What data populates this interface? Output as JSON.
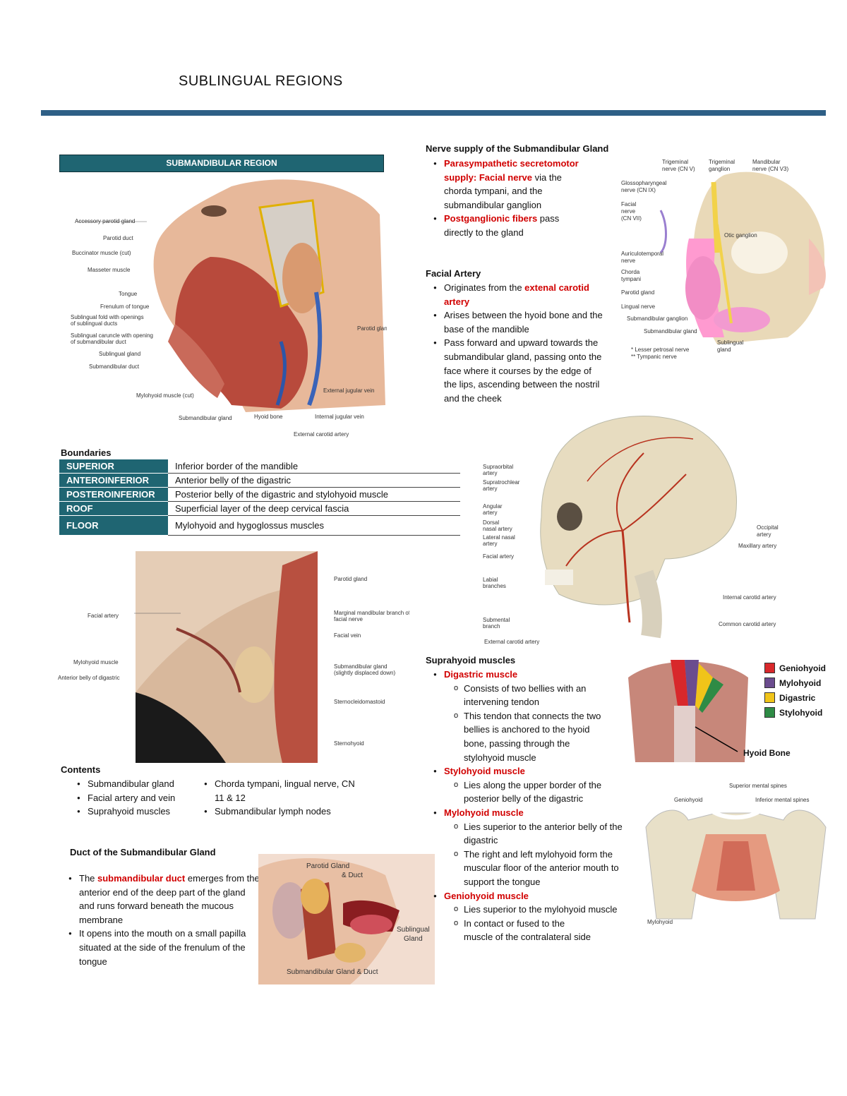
{
  "page": {
    "title": "SUBLINGUAL REGIONS"
  },
  "colors": {
    "accent_bar": "#2e5f86",
    "teal": "#1f6572",
    "red_text": "#d10000"
  },
  "section": {
    "label": "SUBMANDIBULAR REGION"
  },
  "fig1": {
    "labels": [
      "Accessory parotid gland",
      "Parotid duct",
      "Buccinator muscle (cut)",
      "Masseter muscle",
      "Tongue",
      "Frenulum of tongue",
      "Sublingual fold with openings",
      "of sublingual ducts",
      "Sublingual caruncle with opening",
      "of submandibular duct",
      "Sublingual gland",
      "Submandibular duct",
      "Mylohyoid muscle (cut)",
      "Submandibular gland",
      "Hyoid bone",
      "Internal jugular vein",
      "External jugular vein",
      "External carotid artery",
      "Parotid gland"
    ]
  },
  "boundaries": {
    "heading": "Boundaries",
    "rows": [
      {
        "key": "SUPERIOR",
        "value": "Inferior border of the mandible"
      },
      {
        "key": "ANTEROINFERIOR",
        "value": "Anterior belly of the digastric"
      },
      {
        "key": "POSTEROINFERIOR",
        "value": "Posterior belly of the digastric and stylohyoid muscle"
      },
      {
        "key": "ROOF",
        "value": "Superficial layer of the deep cervical fascia"
      },
      {
        "key": "FLOOR",
        "value": "Mylohyoid and hygoglossus muscles"
      }
    ]
  },
  "fig2": {
    "labels": [
      "Parotid gland",
      "Marginal mandibular branch of",
      "facial nerve",
      "Facial vein",
      "Submandibular gland",
      "(slightly displaced down)",
      "Sternocleidomastoid",
      "Sternohyoid",
      "Facial artery",
      "Mylohyoid muscle",
      "Anterior belly of digastric"
    ]
  },
  "contents": {
    "heading": "Contents",
    "col1": [
      "Submandibular gland",
      "Facial artery and vein",
      "Suprahyoid muscles"
    ],
    "col2": [
      "Chorda tympani, lingual nerve, CN 11 & 12",
      "Submandibular lymph nodes"
    ]
  },
  "duct": {
    "heading": "Duct of the Submandibular Gland",
    "item1_pre": "The ",
    "item1_red": "submandibular duct",
    "item1_post": " emerges from the anterior end of the deep part of the gland and runs forward beneath the mucous membrane",
    "item2": "It opens into the mouth on a small papilla situated at the side of the frenulum of the tongue",
    "fig_labels": [
      "Parotid Gland",
      "& Duct",
      "Sublingual",
      "Gland",
      "Submandibular Gland & Duct"
    ]
  },
  "nerve": {
    "heading": "Nerve supply of the Submandibular Gland",
    "item1_red": "Parasympathetic secretomotor supply: Facial nerve",
    "item1_post": " via the chorda tympani, and the submandibular ganglion",
    "item2_red": "Postganglionic fibers",
    "item2_post": " pass directly to the gland",
    "fig_labels": [
      "Trigeminal",
      "nerve (CN V)",
      "Trigeminal",
      "ganglion",
      "Mandibular",
      "nerve (CN V3)",
      "Glossopharyngeal",
      "nerve (CN IX)",
      "Facial",
      "nerve",
      "(CN VII)",
      "Otic ganglion",
      "Auriculotemporal",
      "nerve",
      "Chorda",
      "tympani",
      "Parotid gland",
      "Lingual nerve",
      "Submandibular ganglion",
      "Submandibular gland",
      "Sublingual",
      "gland",
      "* Lesser petrosal nerve",
      "** Tympanic nerve"
    ]
  },
  "facial_artery": {
    "heading": "Facial Artery",
    "item1_pre": "Originates from the ",
    "item1_red": "extenal carotid artery",
    "item2": "Arises between the hyoid bone and the base of the mandible",
    "item3": "Pass forward and upward towards the submandibular gland, passing onto the face where it courses by the edge of the lips, ascending between the nostril and the cheek",
    "fig_labels": [
      "Supraorbital",
      "artery",
      "Supratrochlear",
      "artery",
      "Angular",
      "artery",
      "Dorsal",
      "nasal artery",
      "Lateral nasal",
      "artery",
      "Facial artery",
      "Labial",
      "branches",
      "Submental",
      "branch",
      "External carotid artery",
      "Occipital",
      "artery",
      "Maxillary artery",
      "Internal carotid artery",
      "Common carotid artery"
    ]
  },
  "suprahyoid": {
    "heading": "Suprahyoid muscles",
    "muscles": [
      {
        "name": "Digastric muscle",
        "points": [
          "Consists of two bellies with an intervening tendon",
          "This tendon that connects the two bellies is anchored to the hyoid bone, passing through the stylohyoid muscle"
        ]
      },
      {
        "name": "Stylohyoid muscle",
        "points": [
          "Lies along the upper border of the posterior belly of the digastric"
        ]
      },
      {
        "name": "Mylohyoid muscle",
        "points": [
          "Lies superior to the anterior belly of the digastric",
          "The right and left mylohyoid form the muscular floor of the anterior mouth to support the tongue"
        ]
      },
      {
        "name": "Geniohyoid muscle",
        "points": [
          "Lies superior to the mylohyoid muscle",
          "In contact or fused to the muscle of the contralateral side"
        ]
      }
    ],
    "legend": [
      {
        "name": "Geniohyoid",
        "color": "#d8282b"
      },
      {
        "name": "Mylohyoid",
        "color": "#6b4c8e"
      },
      {
        "name": "Digastric",
        "color": "#f0c419"
      },
      {
        "name": "Stylohyoid",
        "color": "#2e8b45"
      }
    ],
    "hyoid_label": "Hyoid Bone",
    "fig_labels": [
      "Superior mental spines",
      "Geniohyoid",
      "Inferior mental spines",
      "Mylohyoid"
    ]
  }
}
